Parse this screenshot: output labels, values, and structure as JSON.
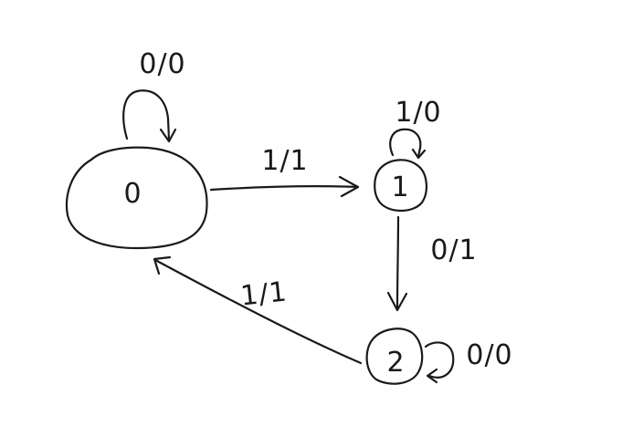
{
  "diagram": {
    "type": "state-machine",
    "states": [
      {
        "id": "s0",
        "label": "0"
      },
      {
        "id": "s1",
        "label": "1"
      },
      {
        "id": "s2",
        "label": "2"
      }
    ],
    "transitions": [
      {
        "id": "t00",
        "from": "0",
        "to": "0",
        "label": "0/0"
      },
      {
        "id": "t01",
        "from": "0",
        "to": "1",
        "label": "1/1"
      },
      {
        "id": "t11",
        "from": "1",
        "to": "1",
        "label": "1/0"
      },
      {
        "id": "t12",
        "from": "1",
        "to": "2",
        "label": "0/1"
      },
      {
        "id": "t22",
        "from": "2",
        "to": "2",
        "label": "0/0"
      },
      {
        "id": "t20",
        "from": "2",
        "to": "0",
        "label": "1/1"
      }
    ]
  }
}
